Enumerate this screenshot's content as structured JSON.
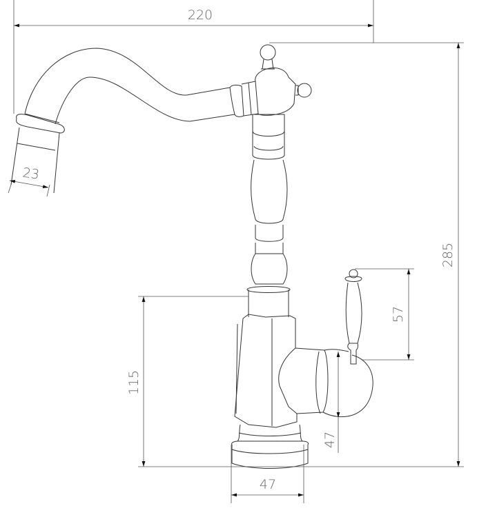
{
  "drawing": {
    "subject": "faucet",
    "dimensions": {
      "overall_width": "220",
      "spout_outlet_diameter": "23",
      "overall_height": "285",
      "handle_height": "57",
      "spout_body_height": "115",
      "handle_base_diameter": "47",
      "base_diameter": "47"
    },
    "colors": {
      "line": "#333333",
      "dimension": "#555555",
      "text": "#666666"
    }
  }
}
